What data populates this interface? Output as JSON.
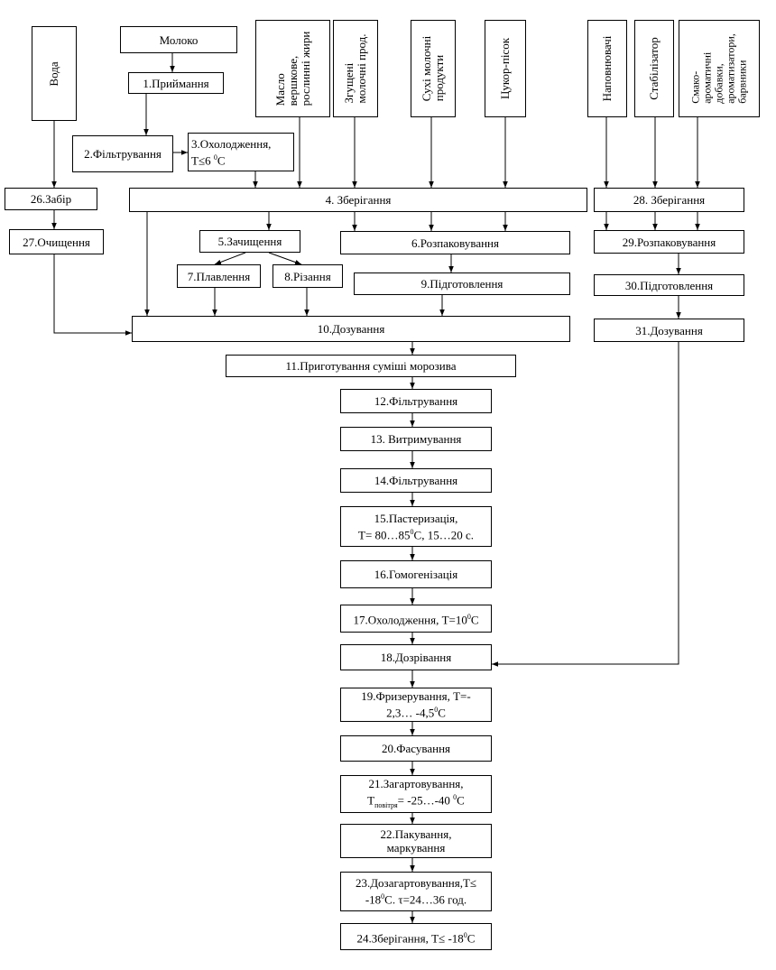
{
  "inputs": {
    "milk": "Молоко",
    "water": "Вода",
    "butter": [
      "Масло",
      "вершкове,",
      "рослинні жири"
    ],
    "condensed": [
      "Згущені",
      "молочні прод."
    ],
    "dry": [
      "Сухі молочні",
      "продукти"
    ],
    "sugar": "Цукор-пісок",
    "fillers": "Наповнювачі",
    "stabilizer": "Стабілізатор",
    "flavors": [
      "Смако-",
      "ароматичні",
      "добавки,",
      "ароматизатори,",
      "барвники"
    ]
  },
  "steps": {
    "s1": "1.Приймання",
    "s2": "2.Фільтрування",
    "s3a": "3.Охолодження,",
    "s3b_pre": "T≤6 ",
    "s3b_sup": "0",
    "s3b_post": "C",
    "s4": "4. Зберігання",
    "s5": "5.Зачищення",
    "s6": "6.Розпаковування",
    "s7": "7.Плавлення",
    "s8": "8.Різання",
    "s9": "9.Підготовлення",
    "s10": "10.Дозування",
    "s11": "11.Приготування суміші морозива",
    "s12": "12.Фільтрування",
    "s13": "13. Витримування",
    "s14": "14.Фільтрування",
    "s15a": "15.Пастеризація,",
    "s15b_pre": "T= 80…85",
    "s15b_sup": "0",
    "s15b_post": "C, 15…20 с.",
    "s16": "16.Гомогенізація",
    "s17_pre": "17.Охолодження, Т=10",
    "s17_sup": "0",
    "s17_post": "С",
    "s18": "18.Дозрівання",
    "s19a": "19.Фризерування, Т=-",
    "s19b_pre": "2,3… -4,5",
    "s19b_sup": "0",
    "s19b_post": "С",
    "s20": "20.Фасування",
    "s21a": "21.Загартовування,",
    "s21b_t": "Т",
    "s21b_sub": "повітря",
    "s21b_mid": "= -25…-40 ",
    "s21b_sup": "0",
    "s21b_post": "С",
    "s22a": "22.Пакування,",
    "s22b": "маркування",
    "s23a": "23.Дозагартовування,Т≤",
    "s23b_pre": "-18",
    "s23b_sup": "0",
    "s23b_post": "С. τ=24…36 год.",
    "s24_pre": "24.Зберігання, Т≤ -18",
    "s24_sup": "0",
    "s24_post": "С",
    "s26": "26.Забір",
    "s27": "27.Очищення",
    "s28": "28. Зберігання",
    "s29": "29.Розпаковування",
    "s30": "30.Підготовлення",
    "s31": "31.Дозування"
  }
}
